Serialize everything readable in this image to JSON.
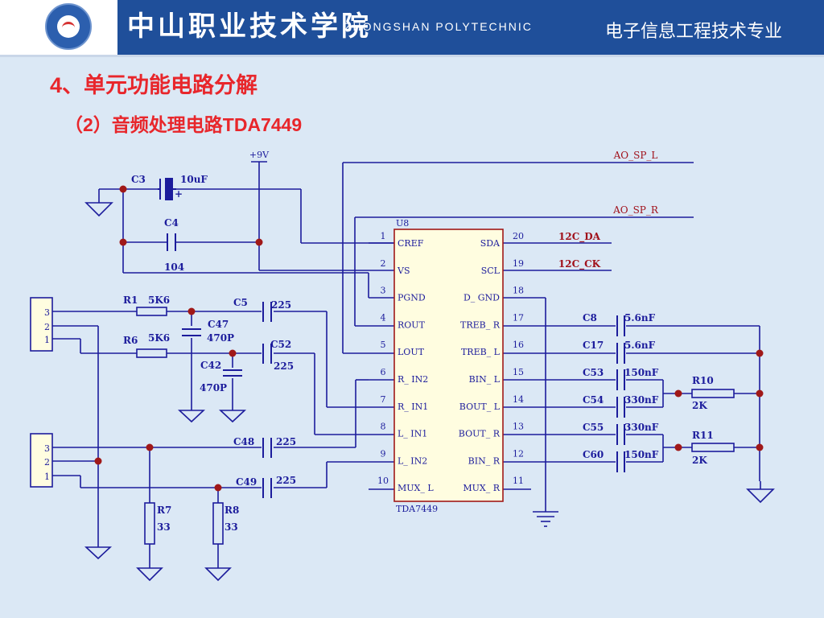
{
  "header": {
    "school_cn": "中山职业技术学院",
    "school_en": "ZHONGSHAN POLYTECHNIC",
    "major": "电子信息工程技术专业"
  },
  "section_title": "4、单元功能电路分解",
  "sub_title": "（2）音频处理电路TDA7449",
  "schematic": {
    "supply": "+9V",
    "ic": {
      "ref": "U8",
      "part": "TDA7449",
      "left_pins": [
        {
          "num": "1",
          "name": "CREF"
        },
        {
          "num": "2",
          "name": "VS"
        },
        {
          "num": "3",
          "name": "PGND"
        },
        {
          "num": "4",
          "name": "ROUT"
        },
        {
          "num": "5",
          "name": "LOUT"
        },
        {
          "num": "6",
          "name": "R_ IN2"
        },
        {
          "num": "7",
          "name": "R_ IN1"
        },
        {
          "num": "8",
          "name": "L_ IN1"
        },
        {
          "num": "9",
          "name": "L_ IN2"
        },
        {
          "num": "10",
          "name": "MUX_ L"
        }
      ],
      "right_pins": [
        {
          "num": "20",
          "name": "SDA"
        },
        {
          "num": "19",
          "name": "SCL"
        },
        {
          "num": "18",
          "name": "D_ GND"
        },
        {
          "num": "17",
          "name": "TREB_ R"
        },
        {
          "num": "16",
          "name": "TREB_ L"
        },
        {
          "num": "15",
          "name": "BIN_ L"
        },
        {
          "num": "14",
          "name": "BOUT_ L"
        },
        {
          "num": "13",
          "name": "BOUT_ R"
        },
        {
          "num": "12",
          "name": "BIN_ R"
        },
        {
          "num": "11",
          "name": "MUX_ R"
        }
      ]
    },
    "nets": {
      "ao_sp_l": "AO_SP_L",
      "ao_sp_r": "AO_SP_R",
      "i2c_da": "12C_DA",
      "i2c_ck": "12C_CK"
    },
    "components": {
      "c3": {
        "ref": "C3",
        "value": "10uF"
      },
      "c4": {
        "ref": "C4",
        "value": "104"
      },
      "r1": {
        "ref": "R1",
        "value": "5K6"
      },
      "r6": {
        "ref": "R6",
        "value": "5K6"
      },
      "c5": {
        "ref": "C5",
        "value": "225"
      },
      "c47": {
        "ref": "C47",
        "value": "470P"
      },
      "c42": {
        "ref": "C42",
        "value": "470P"
      },
      "c52": {
        "ref": "C52",
        "value": "225"
      },
      "c48": {
        "ref": "C48",
        "value": "225"
      },
      "c49": {
        "ref": "C49",
        "value": "225"
      },
      "r7": {
        "ref": "R7",
        "value": "33"
      },
      "r8": {
        "ref": "R8",
        "value": "33"
      },
      "c8": {
        "ref": "C8",
        "value": "5.6nF"
      },
      "c17": {
        "ref": "C17",
        "value": "5.6nF"
      },
      "c53": {
        "ref": "C53",
        "value": "150nF"
      },
      "c54": {
        "ref": "C54",
        "value": "330nF"
      },
      "c55": {
        "ref": "C55",
        "value": "330nF"
      },
      "c60": {
        "ref": "C60",
        "value": "150nF"
      },
      "r10": {
        "ref": "R10",
        "value": "2K"
      },
      "r11": {
        "ref": "R11",
        "value": "2K"
      }
    },
    "connectors": {
      "top_pins": [
        "3",
        "2",
        "1"
      ],
      "bottom_pins": [
        "3",
        "2",
        "1"
      ]
    },
    "colors": {
      "wire": "#1c1c9c",
      "dot": "#a01818",
      "net_label": "#a0101a",
      "component_text": "#1c1c9c",
      "connector_fill": "#fffde0",
      "ic_fill": "#fffde0"
    }
  }
}
